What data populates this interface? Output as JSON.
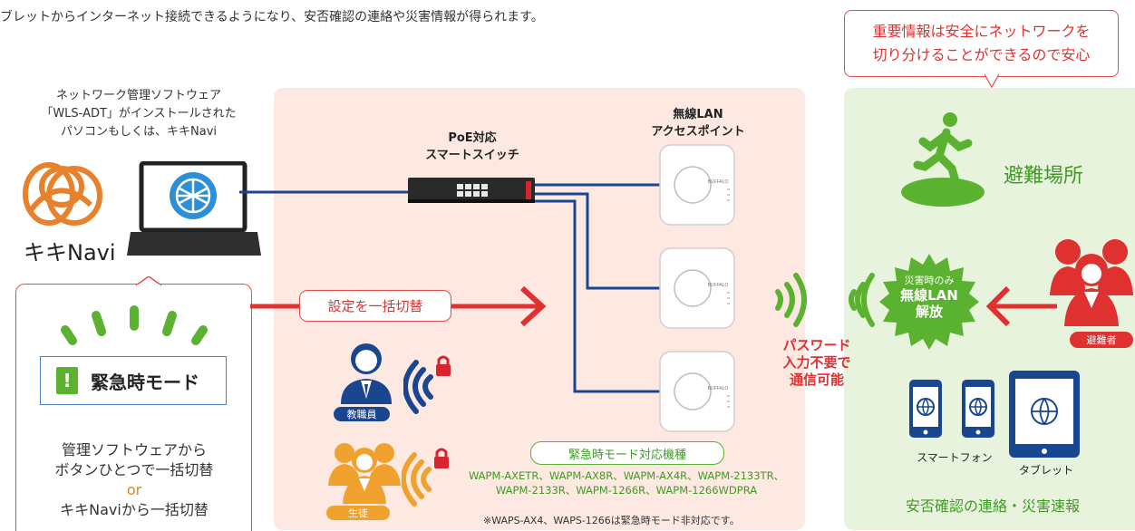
{
  "intro_text": "ブレットからインターネット接続できるようになり、安否確認の連絡や災害情報が得られます。",
  "callout": {
    "line1": "重要情報は安全にネットワークを",
    "line2": "切り分けることができるので安心"
  },
  "software": {
    "line1": "ネットワーク管理ソフトウェア",
    "line2": "「WLS-ADT」がインストールされた",
    "line3": "パソコンもしくは、キキNavi"
  },
  "kiki_label": "キキNavi",
  "switch_label": {
    "line1": "PoE対応",
    "line2": "スマートスイッチ"
  },
  "ap_label": {
    "line1": "無線LAN",
    "line2": "アクセスポイント"
  },
  "switch_button_label": "設定を一括切替",
  "emergency_mode_label": "緊急時モード",
  "emergency_mode_icon": "!",
  "red_box_desc": {
    "line1": "管理ソフトウェアから",
    "line2": "ボタンひとつで一括切替",
    "or": "or",
    "line4": "キキNaviから一括切替"
  },
  "staff_label": "教職員",
  "student_label": "生徒",
  "compatible_label": "緊急時モード対応機種",
  "models": {
    "line1": "WAPM-AXETR、WAPM-AX8R、WAPM-AX4R、WAPM-2133TR、",
    "line2": "WAPM-2133R、WAPM-1266R、WAPM-1266WDPRA"
  },
  "note": "※WAPS-AX4、WAPS-1266は緊急時モード非対応です。",
  "password_text": {
    "line1": "パスワード",
    "line2": "入力不要で",
    "line3": "通信可能"
  },
  "evac_site_label": "避難場所",
  "badge": {
    "line1": "災害時のみ",
    "line2": "無線LAN",
    "line3": "解放"
  },
  "evacuee_label": "避難者",
  "smartphone_label": "スマートフォン",
  "tablet_label": "タブレット",
  "safety_label": "安否確認の連絡・災害速報",
  "ap_brand": "BUFFALO",
  "colors": {
    "red": "#e03131",
    "green": "#5bb130",
    "blue": "#1a4690",
    "orange": "#f0a12e",
    "pink_bg": "#fde9e1",
    "green_bg": "#e8f3de"
  }
}
